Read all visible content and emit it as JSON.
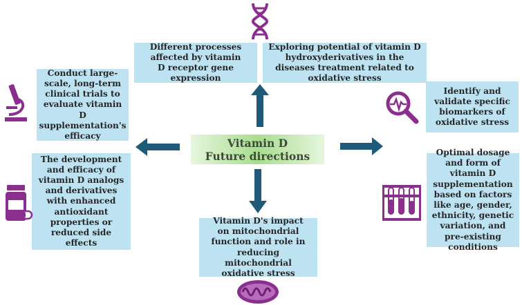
{
  "center": {
    "line1": "Vitamin D",
    "line2": "Future directions"
  },
  "boxes": {
    "gene_expression": "Different processes affected by vitamin D receptor gene expression",
    "hydroxyderivatives": "Exploring potential of vitamin D hydroxyderivatives in the diseases treatment related to oxidative stress",
    "clinical_trials": "Conduct large-scale, long-term clinical trials to evaluate vitamin D supplementation's efficacy",
    "biomarkers": "Identify and validate specific biomarkers of oxidative stress",
    "analogs": "The development and efficacy of vitamin D analogs and derivatives with enhanced antioxidant properties or reduced side effects",
    "dosage": "Optimal dosage and form of vitamin D supplementation based on factors like age, gender, ethnicity, genetic variation, and pre-existing conditions",
    "mitochondrial": "Vitamin D's impact on mitochondrial function and role in reducing mitochondrial oxidative stress"
  },
  "colors": {
    "box_fill": "#bde3f2",
    "arrow": "#1f5a7a",
    "icon": "#8b2f8f"
  },
  "icons": [
    "dna-icon",
    "microscope-icon",
    "magnifier-pulse-icon",
    "pill-bottle-icon",
    "test-tubes-icon",
    "mitochondria-icon"
  ]
}
